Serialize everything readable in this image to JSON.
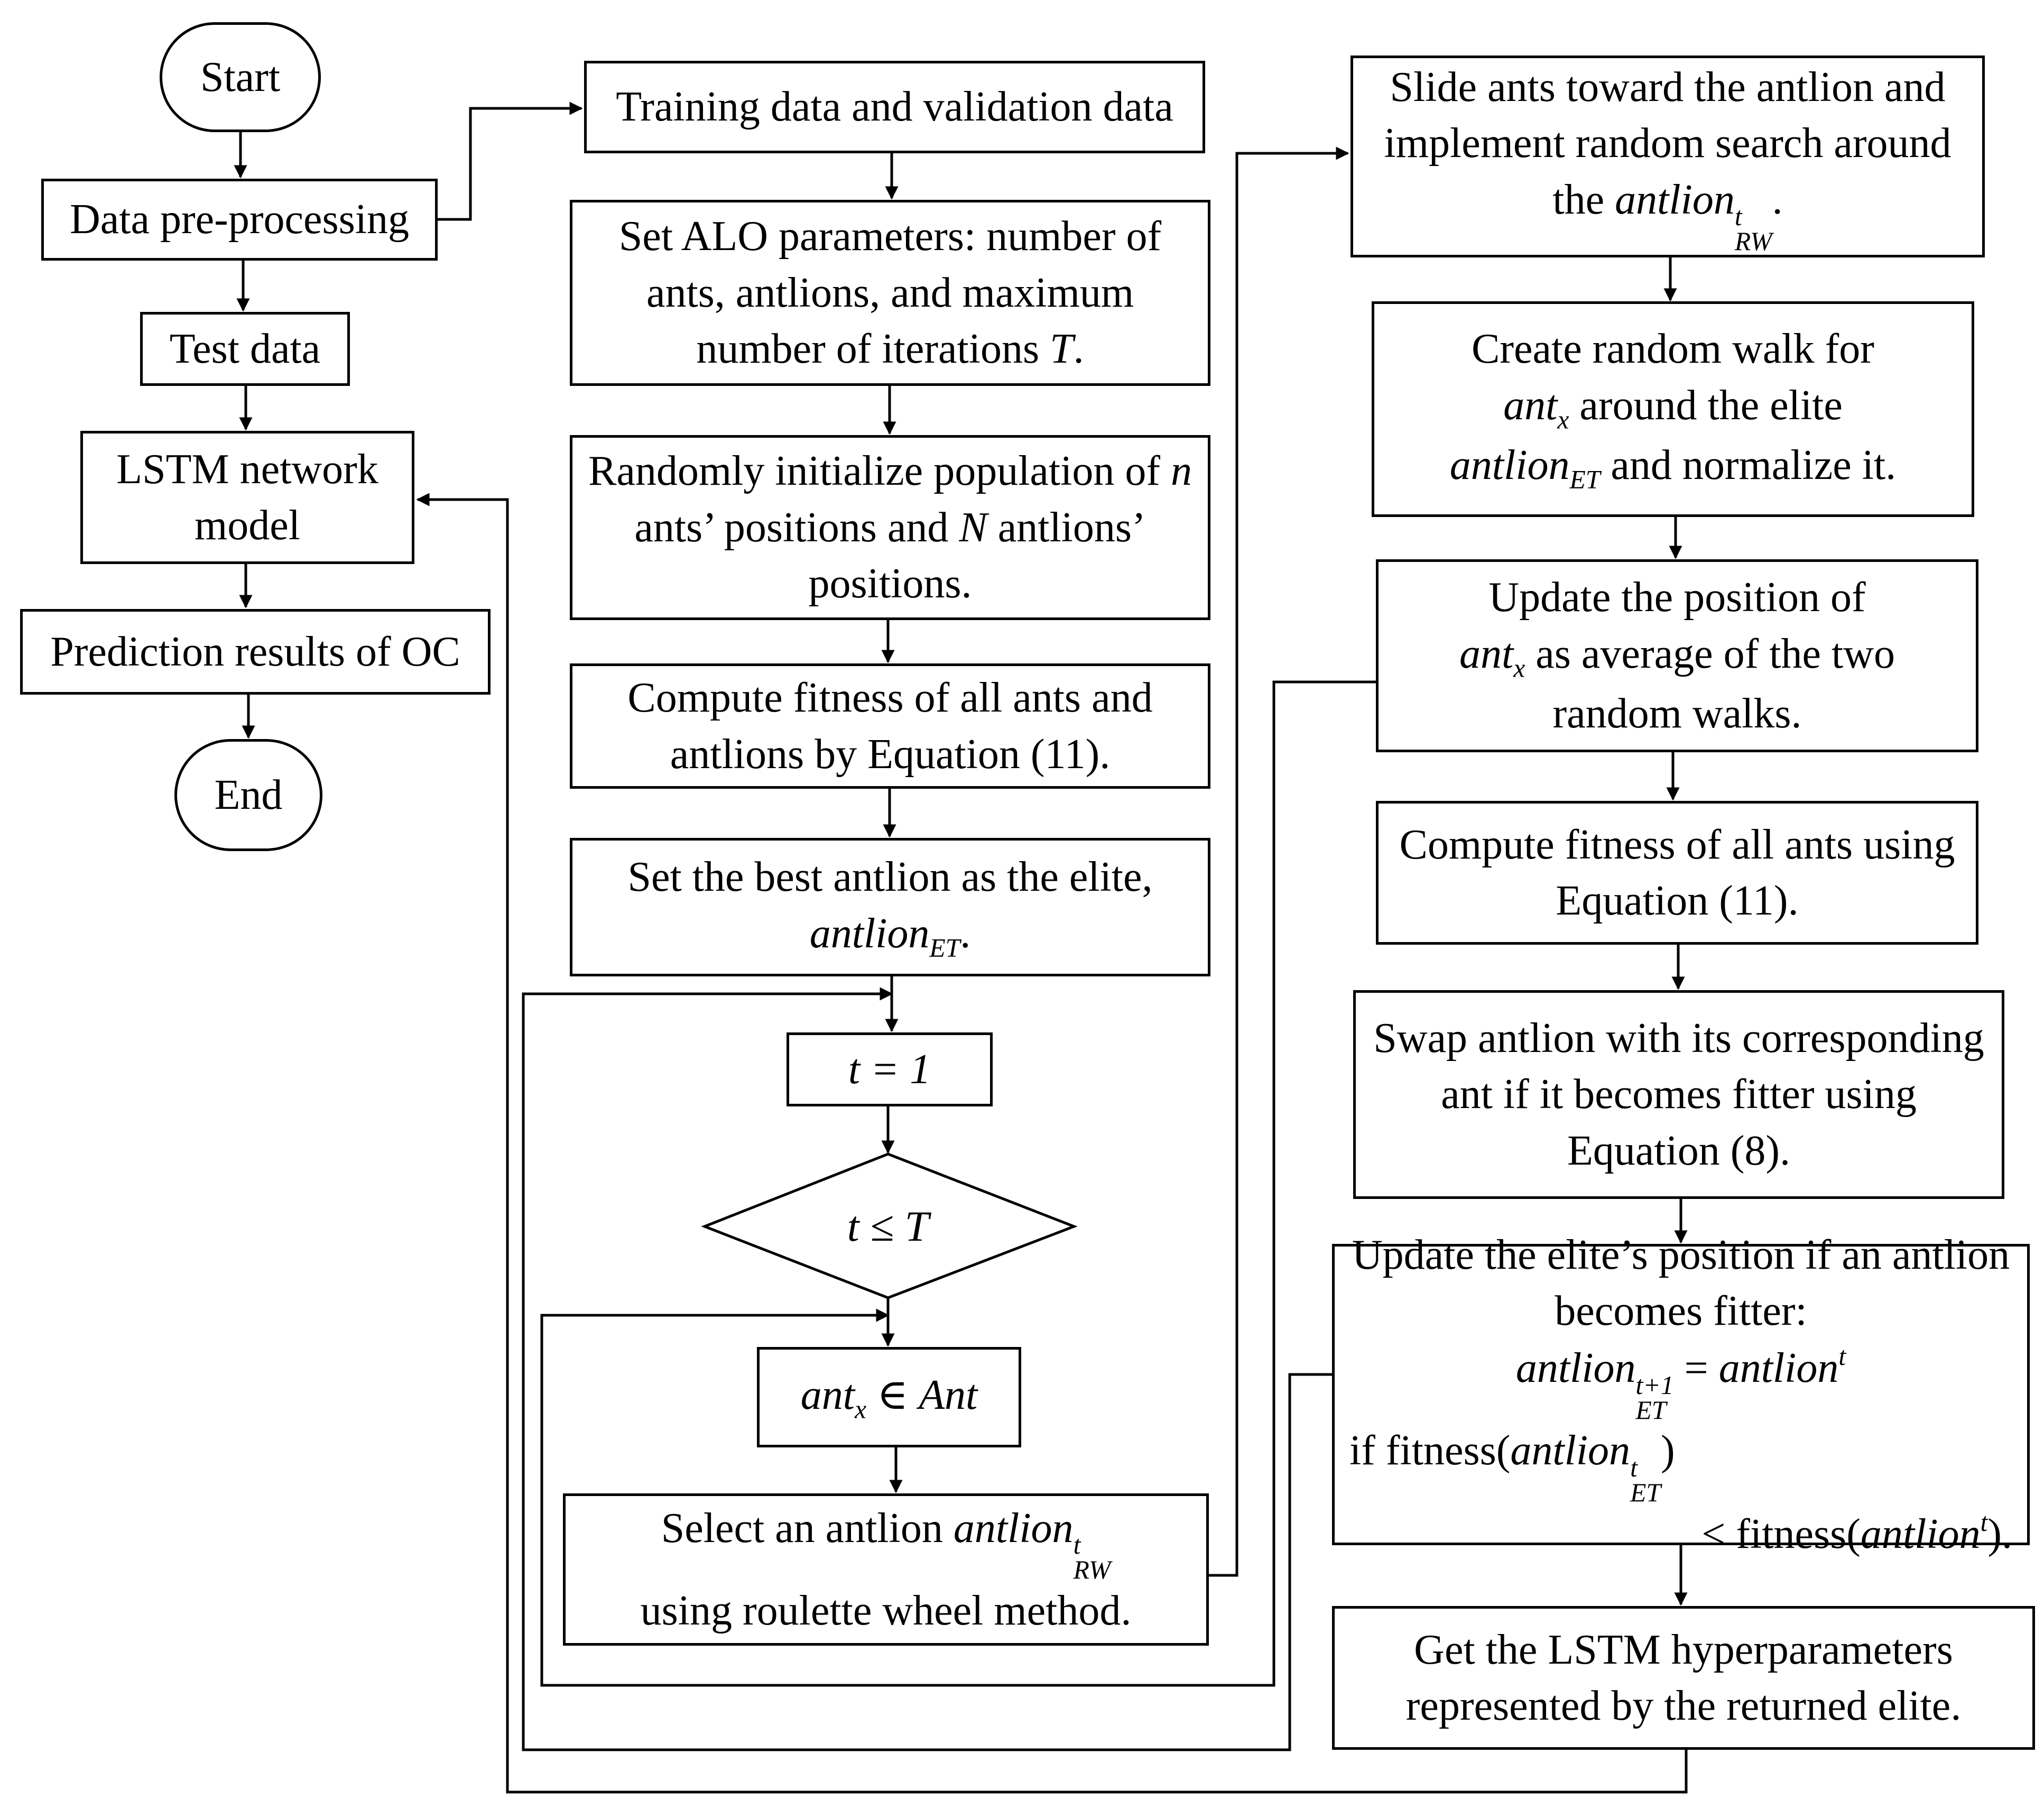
{
  "nodes": {
    "start": "Start",
    "preprocessing": "Data pre-processing",
    "test_data": "Test data",
    "lstm_model": "LSTM network model",
    "prediction": "Prediction results of OC",
    "end": "End",
    "training": "Training data and validation data",
    "set_params": "Set ALO parameters: number of ants, antlions, and maximum number of iterations T.",
    "init_population": "Randomly initialize population of n ants’ positions and N antlions’ positions.",
    "compute_fitness_all": "Compute fitness of all ants and antlions by Equation (11).",
    "set_elite": "Set the best antlion as the elite, antlion_ET.",
    "t_init": "t = 1",
    "loop_condition": "t ≤ T",
    "ant_select": "ant_x ∈ Ant",
    "select_antlion": "Select an antlion antlion^t_RW using roulette wheel method.",
    "slide_ants": "Slide ants toward the antlion and implement random search around the antlion^t_RW.",
    "random_walk": "Create random walk for ant_x around the elite antlion_ET and normalize it.",
    "update_position": "Update the position of ant_x as average of the two random walks.",
    "compute_fitness_ants": "Compute fitness of all ants using Equation (11).",
    "swap": "Swap antlion with its corresponding ant if it becomes fitter using Equation (8).",
    "update_elite": "Update the elite’s position if an antlion becomes fitter: antlion^(t+1)_ET = antlion^t if fitness(antlion^t_ET) < fitness(antlion^t).",
    "get_hyperparams": "Get the LSTM hyperparameters represented by the returned elite."
  },
  "text_parts": {
    "set_params_a": "Set ALO parameters: number of ants, antlions, and maximum number of iterations",
    "var_T": "T",
    "init_a": "Randomly initialize population of",
    "var_n": "n",
    "init_b": "ants’ positions and",
    "var_N": "N",
    "init_c": "antlions’ positions.",
    "elite_a": "Set the best antlion as the elite,",
    "antlion": "antlion",
    "ant": "ant",
    "Ant": "Ant",
    "sub_ET": "ET",
    "sub_RW": "RW",
    "sub_x": "x",
    "sup_t": "t",
    "sup_t1": "t+1",
    "t_eq": "t = 1",
    "t_le_T": "t ≤ T",
    "in": "∈",
    "select_a": "Select an antlion",
    "select_b": "using roulette wheel method.",
    "slide_a": "Slide ants toward the antlion and implement random search around the",
    "walk_a": "Create random walk for",
    "walk_b": "around the elite",
    "walk_c": "and normalize it.",
    "update_a": "Update the position of",
    "update_b": "as average of the two random walks.",
    "elite_upd_a": "Update the elite’s position if an antlion becomes fitter:",
    "eq": "=",
    "if_fitness": "if fitness(",
    "lt_fitness": "< fitness(",
    "close_paren": ")",
    "close_paren_dot": ").",
    "dot": "."
  },
  "colors": {
    "stroke": "#000000",
    "background": "#ffffff"
  }
}
